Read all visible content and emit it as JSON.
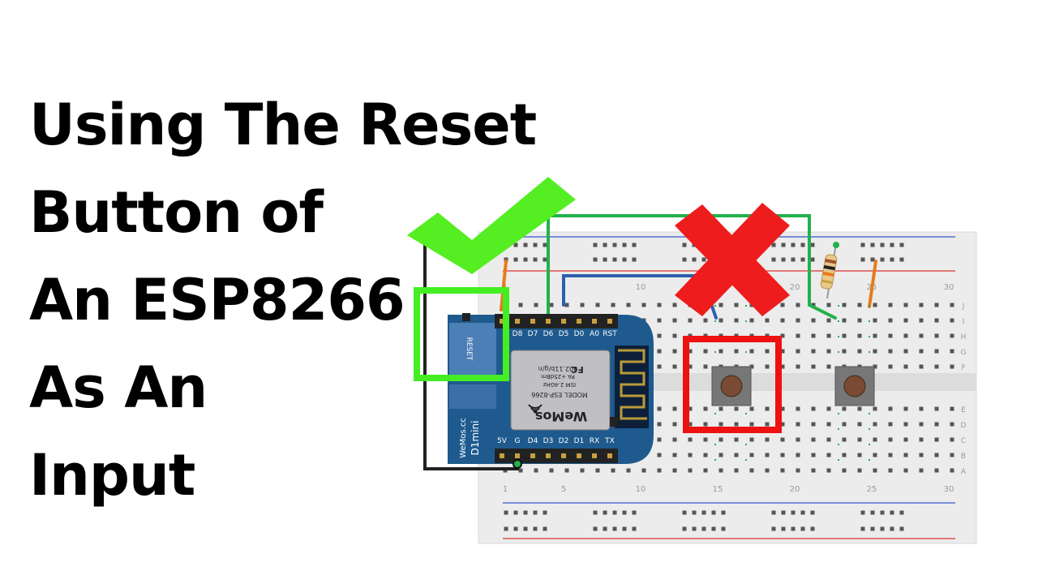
{
  "title_lines": [
    "Using The Reset",
    "Button of",
    "An ESP8266",
    "As An",
    "Input"
  ],
  "board": {
    "top_pins": [
      "D8",
      "D7",
      "D6",
      "D5",
      "D0",
      "A0",
      "RST"
    ],
    "bottom_pins": [
      "5V",
      "G",
      "D4",
      "D3",
      "D2",
      "D1",
      "RX",
      "TX"
    ],
    "side_label": "RESET",
    "model_text": "MODEL ESP-8266",
    "ism_text": "ISM 2.4GHz",
    "pa_text": "PA +25dBm",
    "wifi_text": "802.11b/g/n",
    "brand": "WeMos",
    "name": "D1mini",
    "url": "WeMos.cc",
    "fcc": "FC"
  },
  "breadboard": {
    "column_numbers": [
      "1",
      "5",
      "10",
      "15",
      "20",
      "25",
      "30"
    ],
    "row_letters_top": [
      "J",
      "I",
      "H",
      "G",
      "F"
    ],
    "row_letters_bottom": [
      "E",
      "D",
      "C",
      "B",
      "A"
    ]
  },
  "marks": {
    "check_color": "#55ee22",
    "cross_color": "#ee1c1c"
  },
  "colors": {
    "breadboard": "#ececec",
    "board_blue": "#1e5a8e",
    "wire_green": "#22b14c",
    "wire_blue": "#2b5fb0",
    "wire_orange": "#e87a1c",
    "highlight_green": "#44ee22",
    "highlight_red": "#ee1111"
  }
}
